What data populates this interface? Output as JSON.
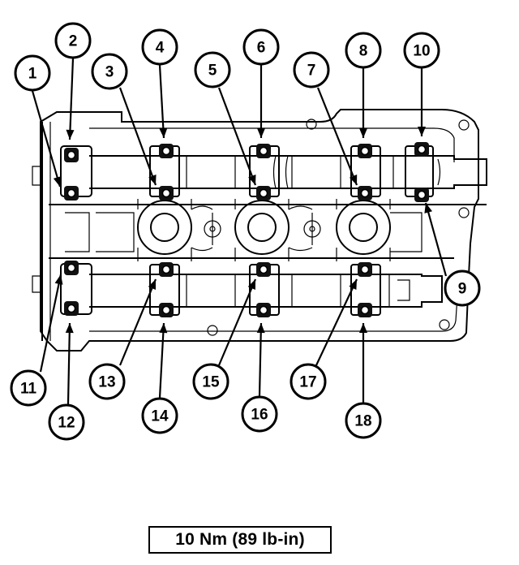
{
  "callouts": [
    "1",
    "2",
    "3",
    "4",
    "5",
    "6",
    "7",
    "8",
    "9",
    "10",
    "11",
    "12",
    "13",
    "14",
    "15",
    "16",
    "17",
    "18"
  ],
  "torque_spec": "10 Nm (89 lb-in)"
}
